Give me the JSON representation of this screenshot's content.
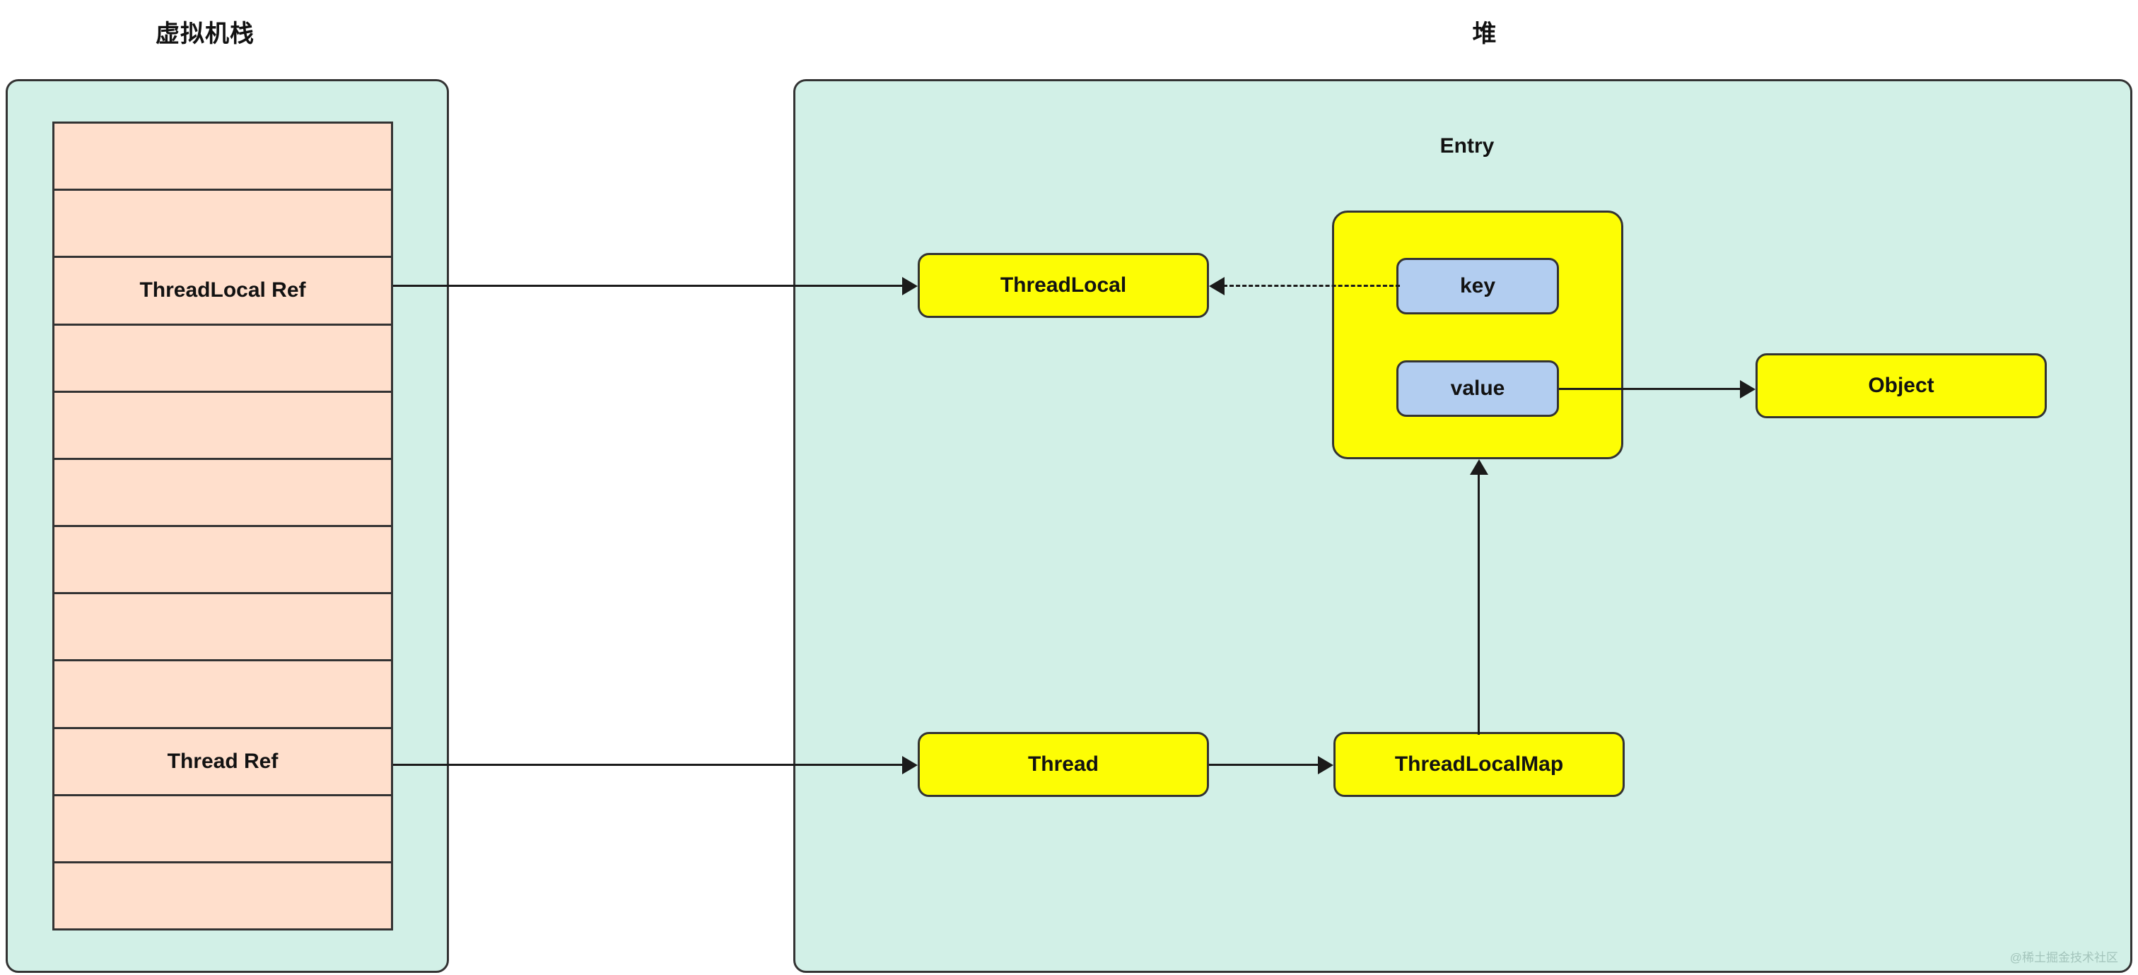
{
  "diagram": {
    "type": "threadlocal-memory-model",
    "stack_panel": {
      "title": "虚拟机栈",
      "cells": [
        {
          "label": ""
        },
        {
          "label": ""
        },
        {
          "label": "ThreadLocal Ref"
        },
        {
          "label": ""
        },
        {
          "label": ""
        },
        {
          "label": ""
        },
        {
          "label": ""
        },
        {
          "label": ""
        },
        {
          "label": ""
        },
        {
          "label": "Thread Ref"
        },
        {
          "label": ""
        },
        {
          "label": ""
        }
      ]
    },
    "heap_panel": {
      "title": "堆",
      "entry_group_label": "Entry",
      "nodes": {
        "threadlocal": "ThreadLocal",
        "object": "Object",
        "thread": "Thread",
        "threadlocalmap": "ThreadLocalMap",
        "key": "key",
        "value": "value"
      }
    },
    "watermark": "@稀土掘金技术社区",
    "colors": {
      "region_fill": "#d2f0e7",
      "stack_cell_fill": "#ffdfcc",
      "node_yellow": "#fdfd04",
      "node_blue": "#b2cdf0",
      "stroke": "#333333",
      "connector": "#1b1b1b"
    }
  }
}
